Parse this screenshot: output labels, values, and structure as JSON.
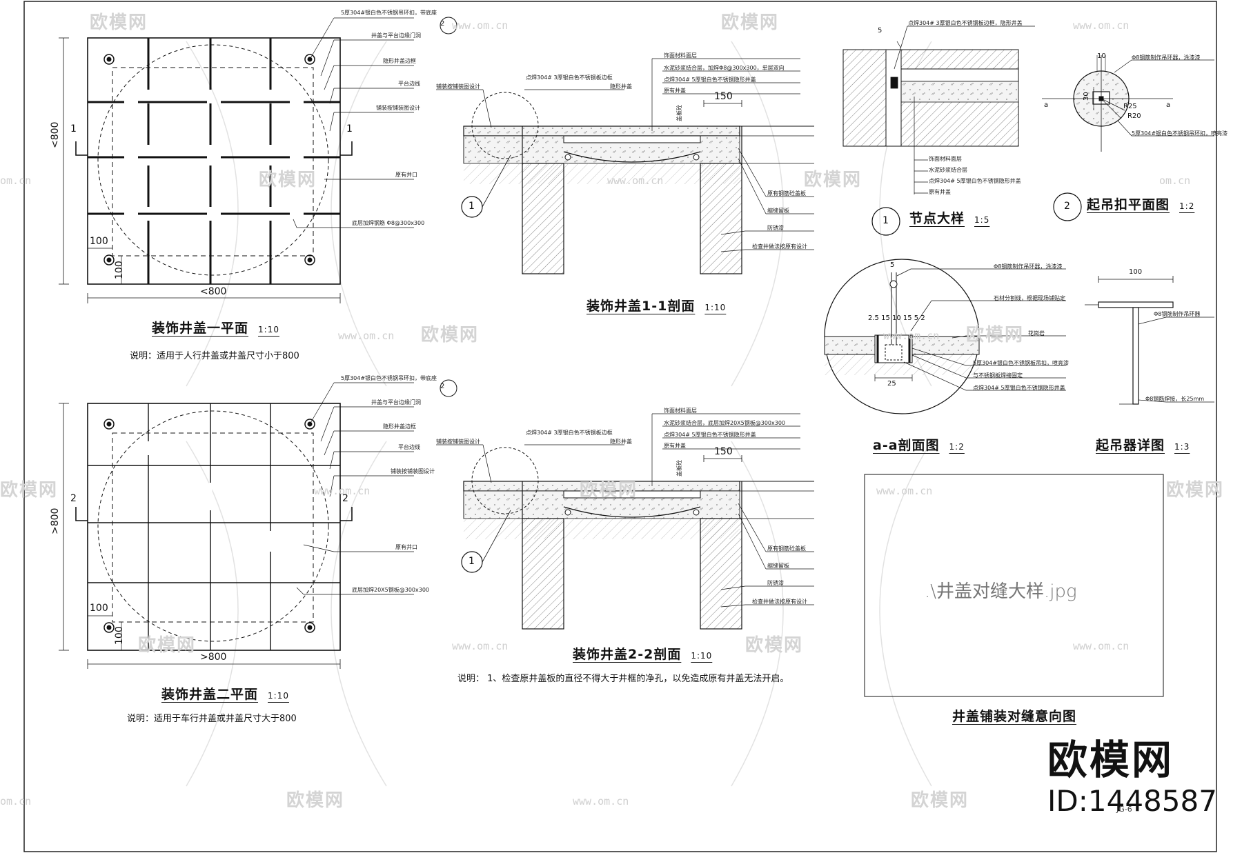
{
  "watermarks": {
    "logo": "欧模网",
    "url_text": "www.om.cn",
    "url_short": "om.cn"
  },
  "brand": {
    "logo": "欧模网",
    "id": "ID:1448587",
    "sheet_no": "JG-6"
  },
  "plan1": {
    "title": "装饰井盖一平面",
    "scale": "1:10",
    "note": "说明：适用于人行井盖或井盖尺寸小于800",
    "dim_h": "<800",
    "dim_v": "<800",
    "dim_100a": "100",
    "dim_100b": "100",
    "cut_left": "1",
    "cut_right": "1",
    "callout": "2",
    "labels": [
      "5厚304#银白色不锈钢吊环扣，带底座",
      "井盖与平台边缘门洞",
      "隐形井盖边框",
      "平台边线",
      "铺装按铺装图设计",
      "原有井口",
      "底层加焊钢筋 Φ8@300x300"
    ]
  },
  "plan2": {
    "title": "装饰井盖二平面",
    "scale": "1:10",
    "note": "说明：适用于车行井盖或井盖尺寸大于800",
    "dim_h": ">800",
    "dim_v": ">800",
    "dim_100a": "100",
    "dim_100b": "100",
    "cut_left": "2",
    "cut_right": "2",
    "callout": "2",
    "labels": [
      "5厚304#银白色不锈钢吊环扣，带底座",
      "井盖与平台边缘门洞",
      "隐形井盖边框",
      "平台边线",
      "铺装按铺装图设计",
      "原有井口",
      "底层加焊20X5钢板@300x300"
    ]
  },
  "section1": {
    "title": "装饰井盖1-1剖面",
    "scale": "1:10",
    "callout": "1",
    "dim": "150",
    "left_label": "铺装按铺装图设计",
    "top_labels": [
      "点焊304# 3厚银白色不锈钢板边框",
      "隐形井盖"
    ],
    "right_top_labels": [
      "饰面材料面层",
      "水泥砂浆结合层，加焊Φ8@300x300，单层双向",
      "点焊304# 5厚银白色不锈钢隐形井盖",
      "原有井盖"
    ],
    "right_labels": [
      "原有钢筋砼盖板",
      "缩缝留板",
      "防锈漆",
      "检查井做法按原有设计"
    ],
    "vertical_label": "盖板砼"
  },
  "section2": {
    "title": "装饰井盖2-2剖面",
    "scale": "1:10",
    "callout": "1",
    "dim": "150",
    "left_label": "铺装按铺装图设计",
    "top_labels": [
      "点焊304# 3厚银白色不锈钢板边框",
      "隐形井盖"
    ],
    "right_top_labels": [
      "饰面材料面层",
      "水泥砂浆结合层，底层加焊20X5钢板@300x300",
      "点焊304# 5厚银白色不锈钢隐形井盖",
      "原有井盖"
    ],
    "right_labels": [
      "原有钢筋砼盖板",
      "缩缝留板",
      "防锈漆",
      "检查井做法按原有设计"
    ],
    "vertical_label": "盖板砼",
    "note": "说明：  1、检查原井盖板的直径不得大于井框的净孔，以免造成原有井盖无法开启。"
  },
  "node_detail": {
    "title": "节点大样",
    "scale": "1:5",
    "callout": "1",
    "dim_5": "5",
    "top_label": "点焊304# 3厚银白色不锈钢板边框，隐形井盖",
    "labels": [
      "饰面材料面层",
      "水泥砂浆结合层",
      "点焊304# 5厚银白色不锈钢隐形井盖",
      "原有井盖"
    ]
  },
  "lift_plan": {
    "title": "起吊扣平面图",
    "scale": "1:2",
    "callout": "2",
    "dim_10": "10",
    "dim_30": "30",
    "r25": "R25",
    "r20": "R20",
    "cut_a1": "a",
    "cut_a2": "a",
    "labels": [
      "Φ8钢筋制作吊环器，涂漆漆",
      "5厚304#银白色不锈钢吊环扣，喷亮漆"
    ]
  },
  "aa_section": {
    "title": "a-a剖面图",
    "scale": "1:2",
    "dim_5": "5",
    "dims_row": "2.5 15 10 15 5 2",
    "dim_25": "25",
    "labels": [
      "Φ8钢筋制作吊环器，涂漆漆",
      "石材分割线，根据现场铺贴定",
      "花岗岩",
      "5厚304#银白色不锈钢板吊扣，喷亮漆",
      "与不锈钢板焊接固定",
      "点焊304# 5厚银白色不锈钢隐形井盖"
    ]
  },
  "lifter": {
    "title": "起吊器详图",
    "scale": "1:3",
    "dim_100": "100",
    "labels": [
      "Φ8钢筋制作吊环器",
      "Φ8钢筋焊接，长25mm"
    ]
  },
  "joint": {
    "title": "井盖铺装对缝意向图",
    "image_text": ".\\井盖对缝大样.jpg"
  }
}
